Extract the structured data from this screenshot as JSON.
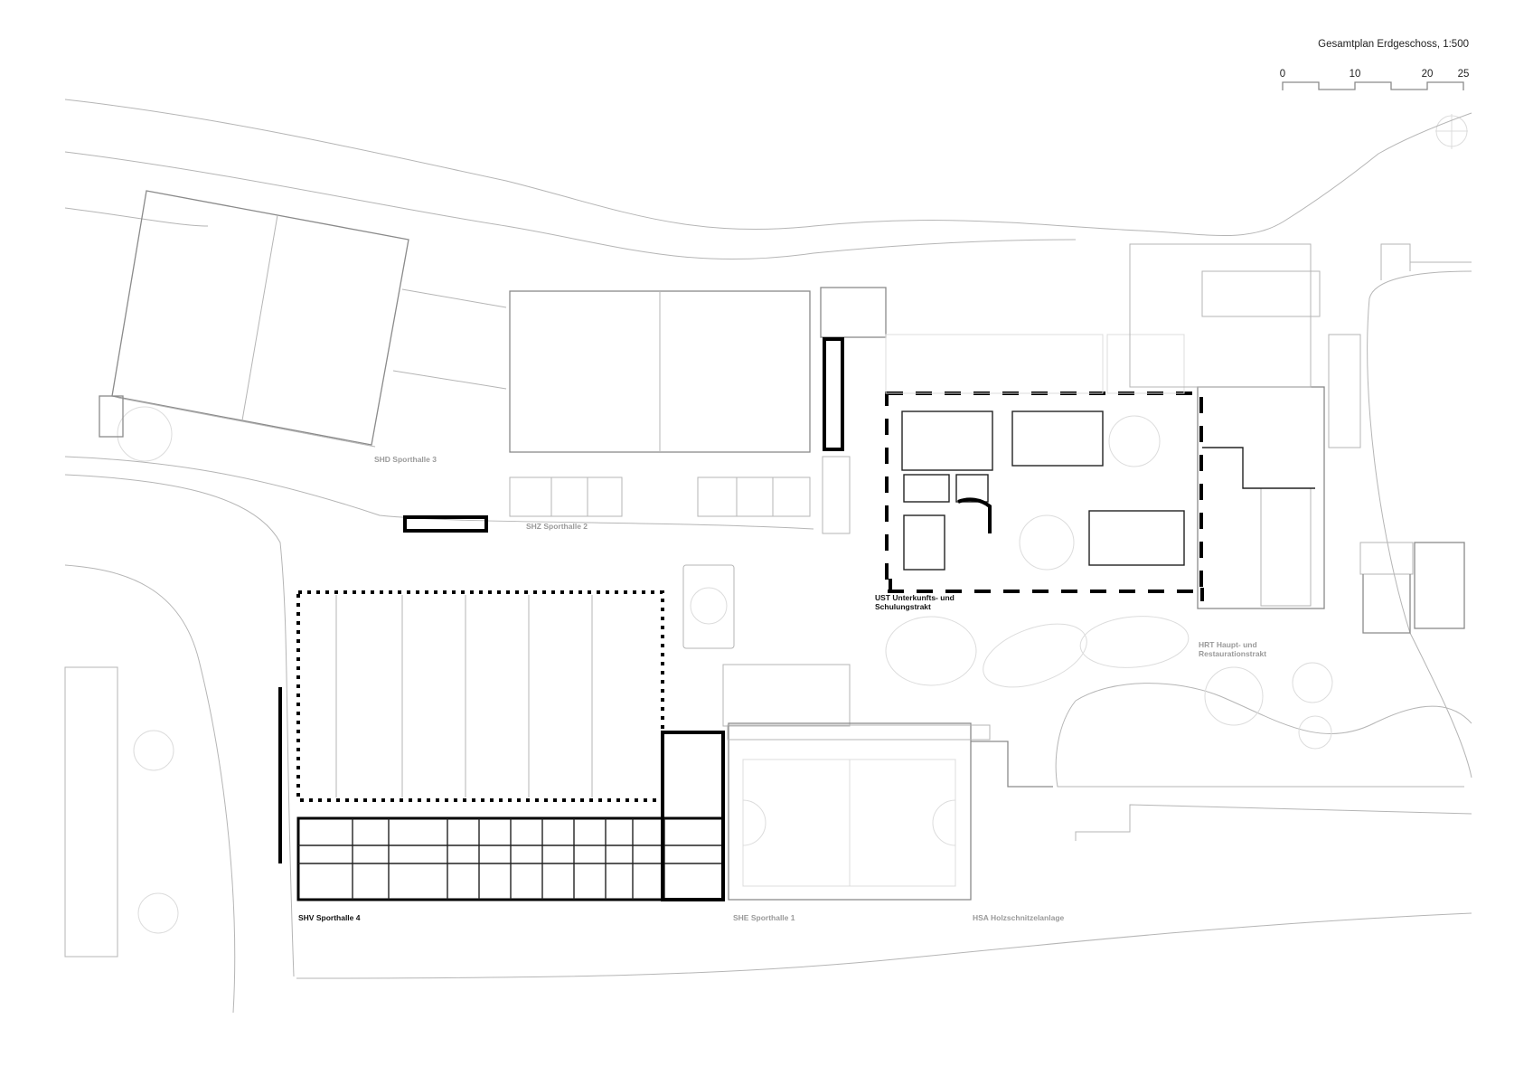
{
  "title": "Gesamtplan Erdgeschoss, 1:500",
  "scale_bar": {
    "ticks": [
      "0",
      "10",
      "20",
      "25"
    ],
    "unit_meters_max": 25
  },
  "buildings": [
    {
      "code_label": "SHD Sporthalle 3",
      "status": "existing"
    },
    {
      "code_label": "SHZ Sporthalle 2",
      "status": "existing"
    },
    {
      "code_label_line1": "UST Unterkunfts- und",
      "code_label_line2": "Schulungstrakt",
      "status": "new"
    },
    {
      "code_label_line1": "HRT Haupt- und",
      "code_label_line2": "Restaurationstrakt",
      "status": "existing"
    },
    {
      "code_label": "SHV Sporthalle 4",
      "status": "new"
    },
    {
      "code_label": "SHE Sporthalle 1",
      "status": "existing"
    },
    {
      "code_label": "HSA Holzschnitzelanlage",
      "status": "existing"
    }
  ],
  "colors": {
    "new_walls": "#000000",
    "existing": "#8a8a8a",
    "site": "#b5b5b5"
  }
}
